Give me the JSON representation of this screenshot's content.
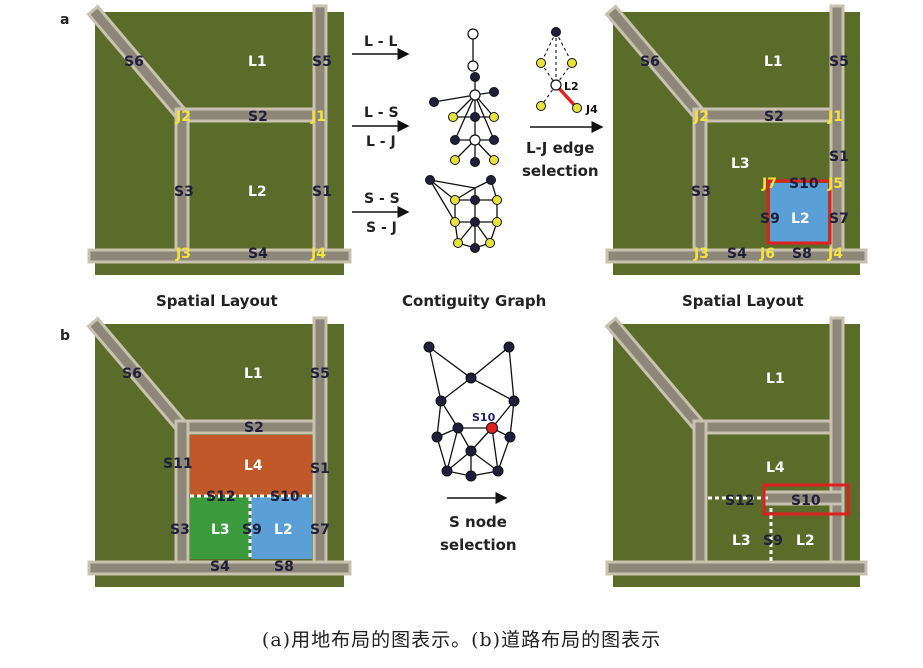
{
  "panel_labels": {
    "a": "a",
    "b": "b"
  },
  "titles": {
    "spatial_left": "Spatial Layout",
    "contiguity": "Contiguity Graph",
    "spatial_right": "Spatial Layout"
  },
  "arrows": {
    "ll": "L - L",
    "ls_top": "L - S",
    "ls_bottom": "L - J",
    "ss_top": "S - S",
    "ss_bottom": "S - J",
    "lj_line1": "L-J edge",
    "lj_line2": "selection",
    "snode_line1": "S node",
    "snode_line2": "selection"
  },
  "graph_labels": {
    "l2": "L2",
    "j4": "J4",
    "s10": "S10"
  },
  "maps": {
    "a_left": {
      "L1": "L1",
      "L2": "L2",
      "S1": "S1",
      "S2": "S2",
      "S3": "S3",
      "S4": "S4",
      "S5": "S5",
      "S6": "S6",
      "J1": "J1",
      "J2": "J2",
      "J3": "J3",
      "J4": "J4"
    },
    "a_right": {
      "L1": "L1",
      "L2": "L2",
      "L3": "L3",
      "S1": "S1",
      "S2": "S2",
      "S3": "S3",
      "S4": "S4",
      "S5": "S5",
      "S6": "S6",
      "S7": "S7",
      "S8": "S8",
      "S9": "S9",
      "S10": "S10",
      "J1": "J1",
      "J2": "J2",
      "J3": "J3",
      "J4": "J4",
      "J5": "J5",
      "J6": "J6",
      "J7": "J7"
    },
    "b_left": {
      "L1": "L1",
      "L2": "L2",
      "L3": "L3",
      "L4": "L4",
      "S1": "S1",
      "S2": "S2",
      "S3": "S3",
      "S4": "S4",
      "S5": "S5",
      "S6": "S6",
      "S7": "S7",
      "S8": "S8",
      "S9": "S9",
      "S10": "S10",
      "S11": "S11",
      "S12": "S12"
    },
    "b_right": {
      "L1": "L1",
      "L2": "L2",
      "L3": "L3",
      "L4": "L4",
      "S9": "S9",
      "S10": "S10",
      "S12": "S12"
    }
  },
  "colors": {
    "grass": "#5a6b2a",
    "road": "#8c8779",
    "road_edge": "#c9c2ae",
    "junction_label": "#f5e33a",
    "land_blue": "#5aa0d6",
    "land_orange": "#c0582a",
    "land_green": "#3a9a3c",
    "highlight": "#e02020",
    "node_dark": "#1f1f3d",
    "node_yellow": "#e9e23a"
  },
  "caption": "(a)用地布局的图表示。(b)道路布局的图表示"
}
